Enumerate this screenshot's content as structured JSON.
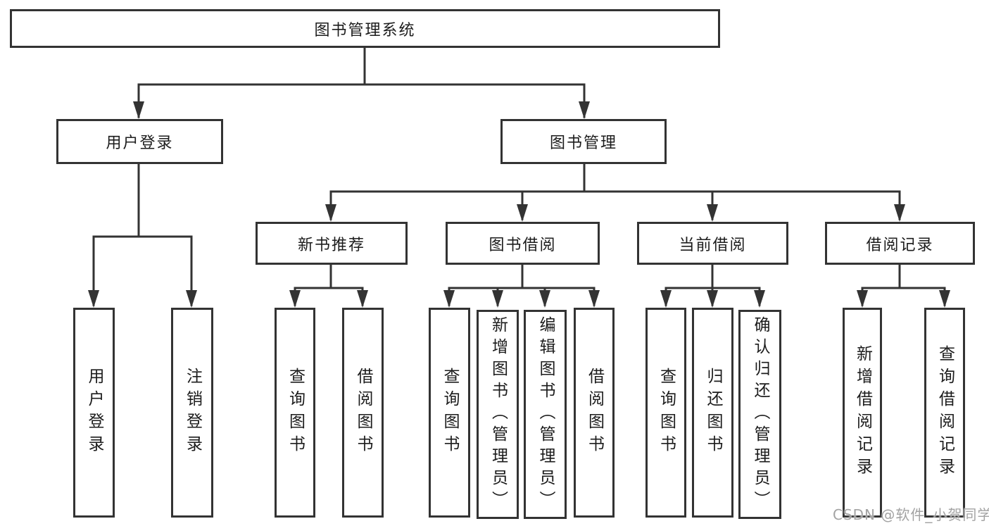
{
  "diagram": {
    "root": {
      "label": "图书管理系统"
    },
    "branches": [
      {
        "label": "用户登录",
        "children": [
          {
            "label": "用户登录"
          },
          {
            "label": "注销登录"
          }
        ]
      },
      {
        "label": "图书管理",
        "children": [
          {
            "label": "新书推荐",
            "children": [
              {
                "label": "查询图书"
              },
              {
                "label": "借阅图书"
              }
            ]
          },
          {
            "label": "图书借阅",
            "children": [
              {
                "label": "查询图书"
              },
              {
                "label": "新增图书（管理员）"
              },
              {
                "label": "编辑图书（管理员）"
              },
              {
                "label": "借阅图书"
              }
            ]
          },
          {
            "label": "当前借阅",
            "children": [
              {
                "label": "查询图书"
              },
              {
                "label": "归还图书"
              },
              {
                "label": "确认归还（管理员）"
              }
            ]
          },
          {
            "label": "借阅记录",
            "children": [
              {
                "label": "新增借阅记录"
              },
              {
                "label": "查询借阅记录"
              }
            ]
          }
        ]
      }
    ],
    "watermark": "CSDN @软件_小贺同学",
    "colors": {
      "line": "#333333",
      "box_border": "#333333",
      "text": "#1c1c1c",
      "watermark": "#a3a3a3",
      "background": "#ffffff"
    }
  }
}
